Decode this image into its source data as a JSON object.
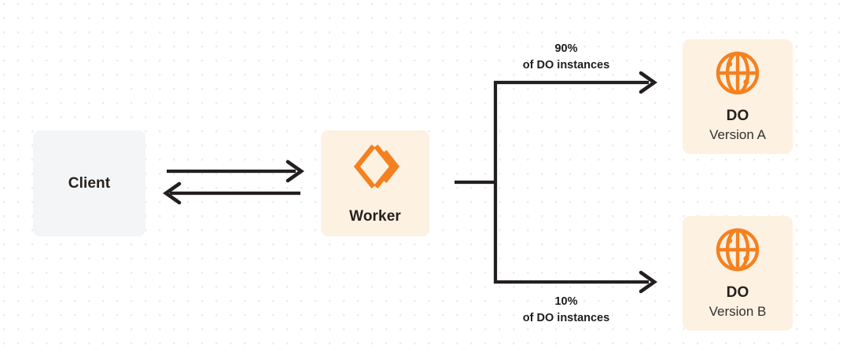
{
  "diagram": {
    "nodes": {
      "client": {
        "title": "Client",
        "icon": "client-box",
        "bg_color": "#f4f5f7"
      },
      "worker": {
        "title": "Worker",
        "icon": "cloudflare-workers-icon",
        "bg_color": "#fdf1e2",
        "icon_color": "#f48120"
      },
      "do_a": {
        "title": "DO",
        "subtitle": "Version A",
        "icon": "globe-icon",
        "bg_color": "#fdf1e2",
        "icon_color": "#f48120"
      },
      "do_b": {
        "title": "DO",
        "subtitle": "Version B",
        "icon": "globe-icon",
        "bg_color": "#fdf1e2",
        "icon_color": "#f48120"
      }
    },
    "edges": {
      "client_to_worker": {
        "direction": "request",
        "arrow": "right-arrow-icon"
      },
      "worker_to_client": {
        "direction": "response",
        "arrow": "left-arrow-icon"
      },
      "worker_to_do_a": {
        "percent": "90%",
        "description": "of DO instances",
        "arrow": "right-arrow-icon"
      },
      "worker_to_do_b": {
        "percent": "10%",
        "description": "of DO instances",
        "arrow": "right-arrow-icon"
      }
    },
    "colors": {
      "stroke": "#231f20",
      "accent_orange": "#f48120",
      "surface_cream": "#fdf1e2",
      "surface_gray": "#f4f5f7",
      "grid_dot": "#ececed"
    }
  }
}
